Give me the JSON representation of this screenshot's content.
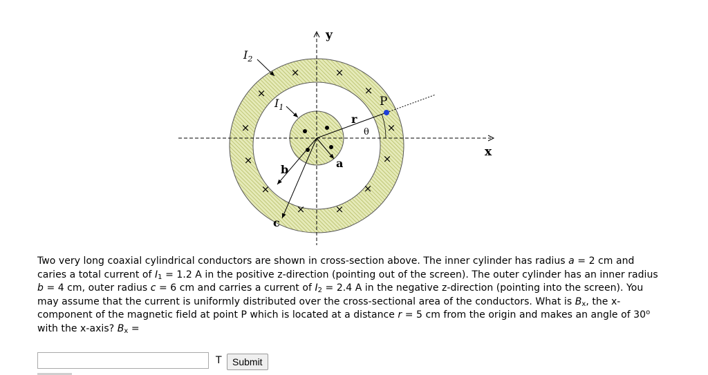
{
  "figure": {
    "y_axis_label": "y",
    "x_axis_label": "x",
    "label_I2": "I",
    "label_I2_sub": "2",
    "label_I1": "I",
    "label_I1_sub": "1",
    "label_P": "P",
    "label_r": "r",
    "label_theta": "θ",
    "label_a": "a",
    "label_b": "b",
    "label_c": "c",
    "into_screen_mark": "×",
    "fill_color": "#e5eab8",
    "hatch_color": "#a9b04e",
    "point_color": "#1f3fd9"
  },
  "problem": {
    "seg1": "Two very long coaxial cylindrical conductors are shown in cross-section above. The inner cylinder has radius ",
    "var_a": "a",
    "seg2": " = 2 cm and caries a total current of ",
    "var_I1": "I",
    "sub_1": "1",
    "seg3": " = 1.2 A in the positive z-direction (pointing out of the screen). The outer cylinder has an inner radius ",
    "var_b": "b",
    "seg4": " = 4 cm, outer radius ",
    "var_c": "c",
    "seg5": " = 6 cm and carries a current of ",
    "var_I2": "I",
    "sub_2": "2",
    "seg6": " = 2.4 A in the negative z-direction (pointing into the screen). You may assume that the current is uniformly distributed over the cross-sectional area of the conductors. What is ",
    "var_Bx": "B",
    "sub_x": "x",
    "seg7": ", the x-component of the magnetic field at point P which is located at a distance ",
    "var_r": "r",
    "seg8": " = 5 cm from the origin and makes an angle of 30",
    "sup_o": "o",
    "seg9": " with the x-axis? ",
    "var_Bx2": "B",
    "sub_x2": "x",
    "seg10": " ="
  },
  "answer": {
    "value": "",
    "unit": "T",
    "submit_label": "Submit"
  }
}
